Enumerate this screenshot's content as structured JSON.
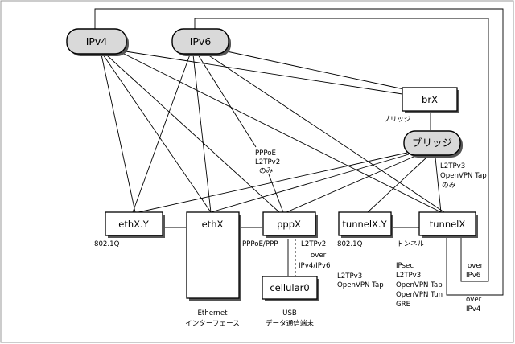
{
  "nodes": {
    "ipv4": "IPv4",
    "ipv6": "IPv6",
    "brx": "brX",
    "bridge": "ブリッジ",
    "ethxy": "ethX.Y",
    "ethx": "ethX",
    "pppx": "pppX",
    "tunnelxy": "tunnelX.Y",
    "tunnelx": "tunnelX",
    "cellular0": "cellular0"
  },
  "labels": {
    "bridge_sub": "ブリッジ",
    "pppoe_line1": "PPPoE",
    "pppoe_line2": "L2TPv2",
    "pppoe_line3": "のみ",
    "l2tpv3_line1": "L2TPv3",
    "l2tpv3_line2": "OpenVPN Tap",
    "l2tpv3_line3": "のみ",
    "ethxy_sub": "802.1Q",
    "pppx_sub": "PPPoE/PPP",
    "l2tpv2_over_line1": "L2TPv2",
    "l2tpv2_over_line2": "over",
    "l2tpv2_over_line3": "IPv4/IPv6",
    "tunnelxy_sub": "802.1Q",
    "tunnelxy_types_line1": "L2TPv3",
    "tunnelxy_types_line2": "OpenVPN Tap",
    "tunnel_sub": "トンネル",
    "tunnel_types_line1": "IPsec",
    "tunnel_types_line2": "L2TPv3",
    "tunnel_types_line3": "OpenVPN Tap",
    "tunnel_types_line4": "OpenVPN Tun",
    "tunnel_types_line5": "GRE",
    "over_ipv6_line1": "over",
    "over_ipv6_line2": "IPv6",
    "over_ipv4_line1": "over",
    "over_ipv4_line2": "IPv4",
    "ethx_sub_line1": "Ethernet",
    "ethx_sub_line2": "インターフェース",
    "usb_line1": "USB",
    "usb_line2": "データ通信端末"
  }
}
